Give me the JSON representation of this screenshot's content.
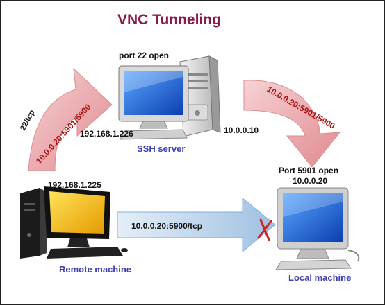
{
  "title": "VNC Tunneling",
  "ssh_server": {
    "port_label": "port 22 open",
    "ip_left": "192.168.1.226",
    "ip_right": "10.0.0.10",
    "name": "SSH server"
  },
  "remote_machine": {
    "ip": "192.168.1.225",
    "name": "Remote machine"
  },
  "local_machine": {
    "port_label": "Port 5901 open",
    "ip": "10.0.0.20",
    "name": "Local  machine"
  },
  "arrows": {
    "left_curve_port": "22/tcp",
    "left_curve_label": "10.0.0.20:5901/5900",
    "right_curve_label": "10.0.0.20:5901/5900",
    "direct_label": "10.0.0.20:5900/tcp"
  },
  "colors": {
    "title": "#8b1a4a",
    "name_label": "#3b3fb0",
    "curved_arrow": "#e7a3a6",
    "direct_arrow": "#b4d0ea",
    "blocked_mark": "#d42020"
  },
  "icons": {
    "blocked": "red-x-icon"
  }
}
